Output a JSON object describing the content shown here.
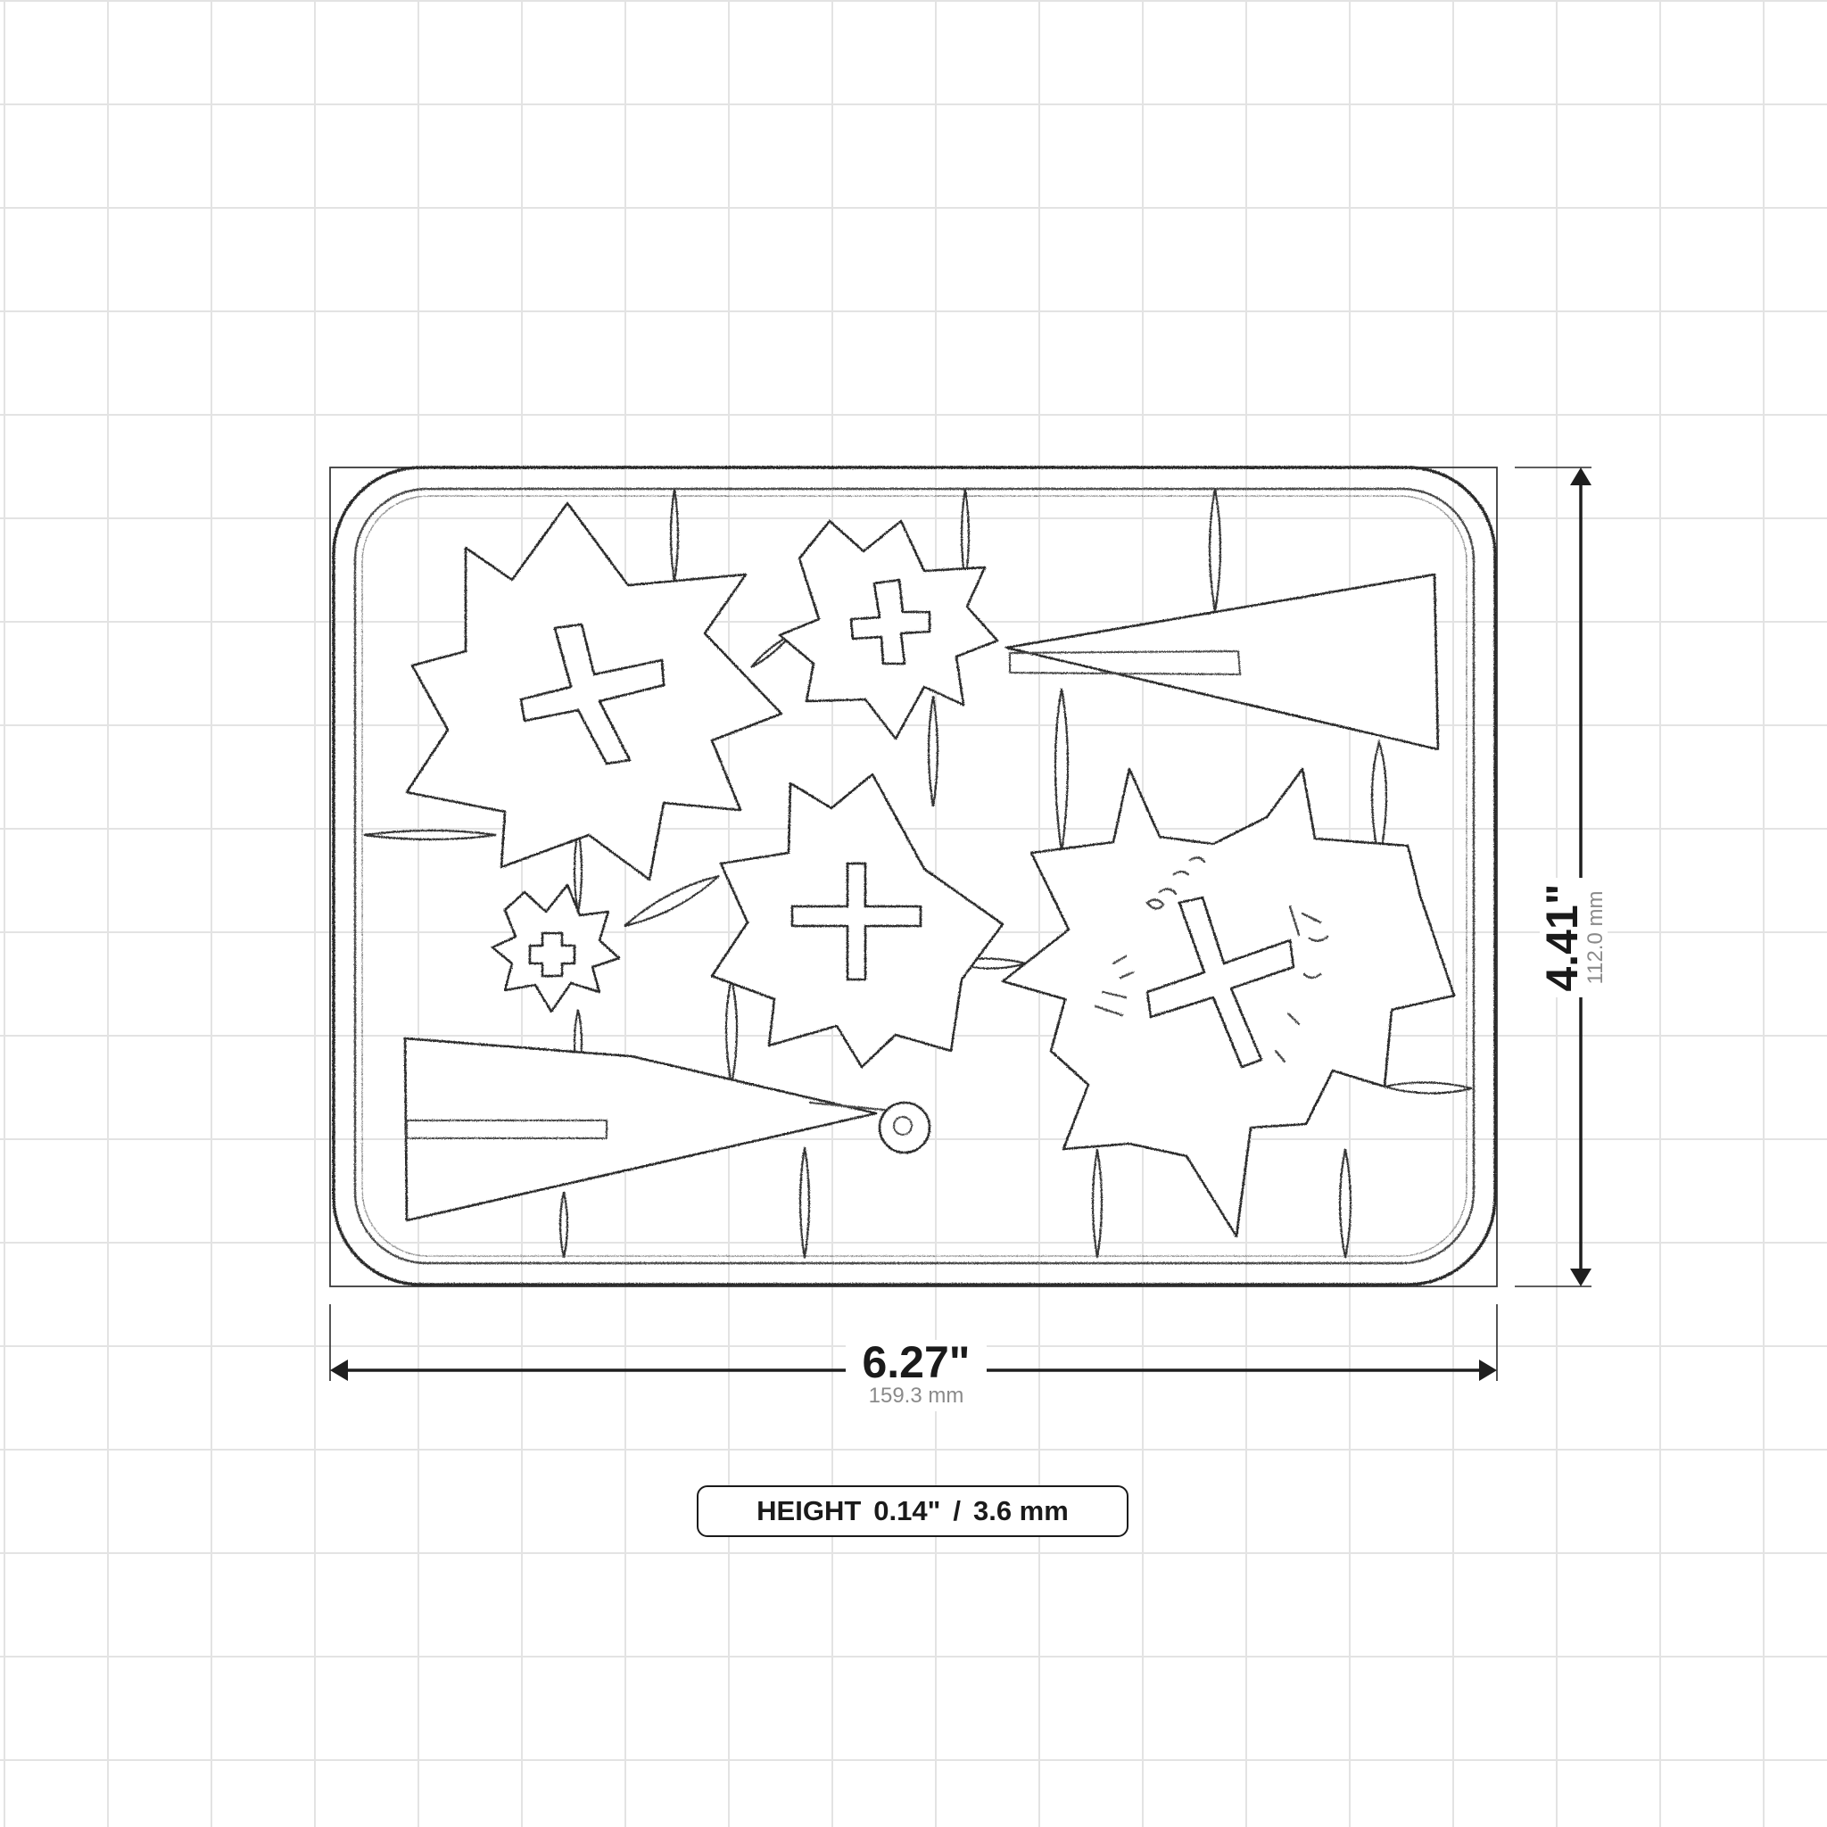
{
  "dimensions": {
    "width": {
      "inches": "6.27\"",
      "mm": "159.3 mm"
    },
    "height": {
      "inches": "4.41\"",
      "mm": "112.0 mm"
    },
    "thickness": {
      "label": "HEIGHT",
      "inches": "0.14\"",
      "separator": "/",
      "mm": "3.6 mm"
    }
  },
  "colors": {
    "grid": "#e3e3e3",
    "linework": "#2a2a2a",
    "dimension_text": "#1a1a1a",
    "secondary_text": "#8a8a8a",
    "background": "#ffffff"
  }
}
